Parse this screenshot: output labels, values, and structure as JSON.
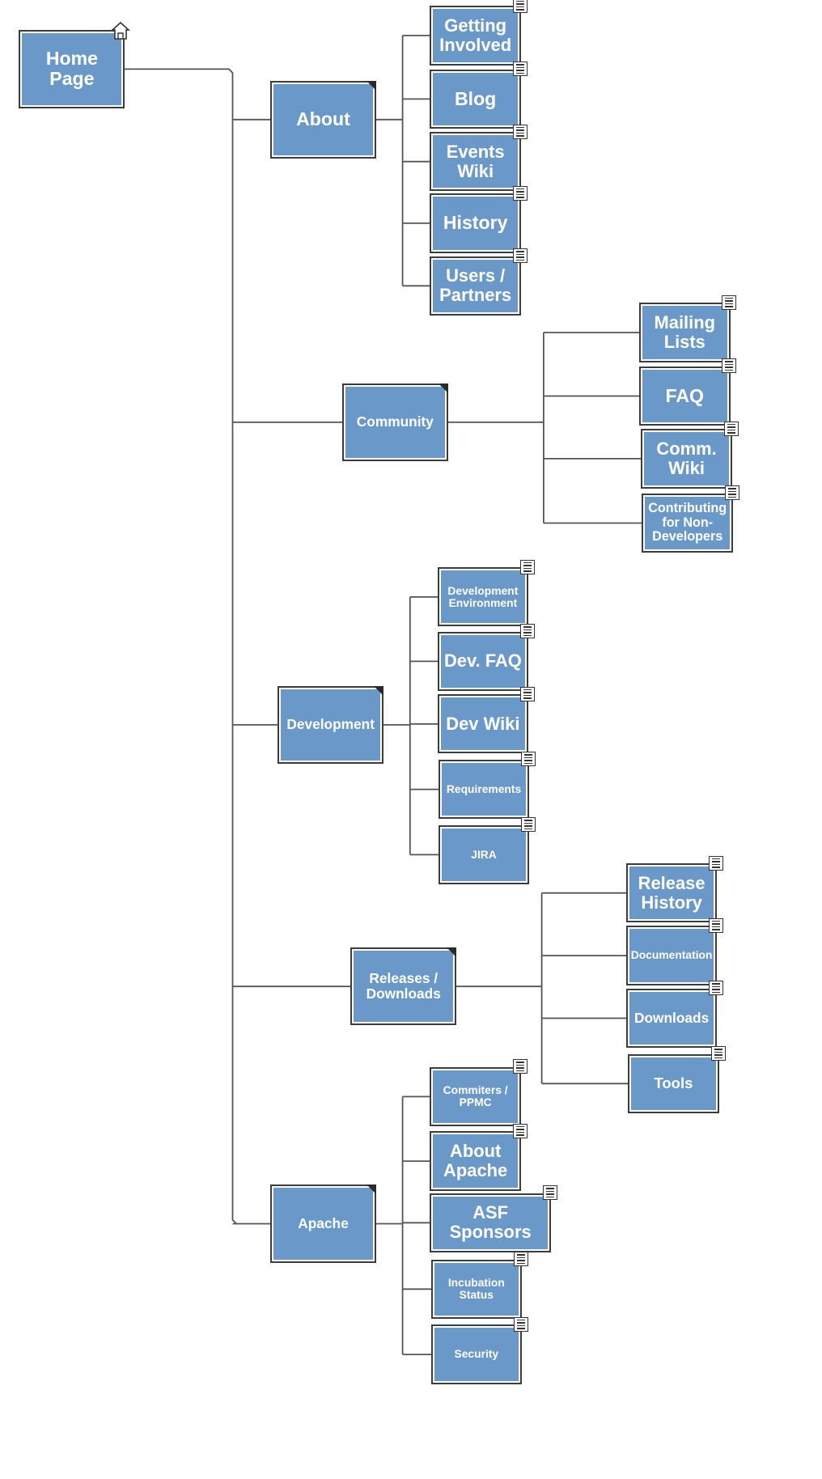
{
  "colors": {
    "node_fill": "#6a98c8",
    "node_border": "#3c3c3c",
    "connector": "#555555",
    "text": "#ffffff"
  },
  "home": {
    "label": "Home Page",
    "icon": "house-icon"
  },
  "sections": [
    {
      "label": "About",
      "children": [
        "Getting Involved",
        "Blog",
        "Events Wiki",
        "History",
        "Users / Partners"
      ]
    },
    {
      "label": "Community",
      "children": [
        "Mailing Lists",
        "FAQ",
        "Comm. Wiki",
        "Contributing for Non-Developers"
      ]
    },
    {
      "label": "Development",
      "children": [
        "Development Environment",
        "Dev. FAQ",
        "Dev Wiki",
        "Requirements",
        "JIRA"
      ]
    },
    {
      "label": "Releases / Downloads",
      "children": [
        "Release History",
        "Documentation",
        "Downloads",
        "Tools"
      ]
    },
    {
      "label": "Apache",
      "children": [
        "Commiters / PPMC",
        "About Apache",
        "ASF Sponsors",
        "Incubation Status",
        "Security"
      ]
    }
  ]
}
